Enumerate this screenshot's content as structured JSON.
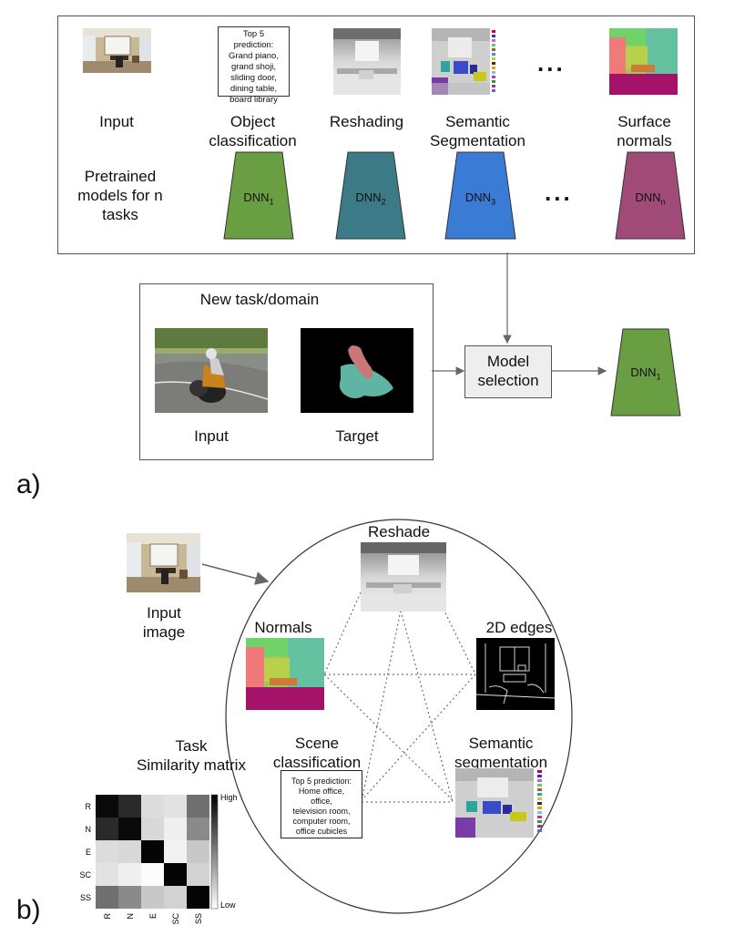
{
  "panel_a": {
    "marker": "a)",
    "top_inputs": {
      "input_label": "Input",
      "prediction_text": [
        "Top 5",
        "prediction:",
        "Grand piano,",
        "grand shoji,",
        "sliding door,",
        "dining table,",
        "board library"
      ],
      "ellipsis": "...",
      "tasks": [
        {
          "label_line1": "Object",
          "label_line2": "classification",
          "dnn": "DNN",
          "sub": "1",
          "color": "#6a9e43"
        },
        {
          "label_line1": "Reshading",
          "label_line2": "",
          "dnn": "DNN",
          "sub": "2",
          "color": "#3b7a86"
        },
        {
          "label_line1": "Semantic",
          "label_line2": "Segmentation",
          "dnn": "DNN",
          "sub": "3",
          "color": "#3a7bd5"
        },
        {
          "label_line1": "Surface",
          "label_line2": "normals",
          "dnn": "DNN",
          "sub": "n",
          "color": "#a04a78"
        }
      ],
      "pretrained_label": [
        "Pretrained",
        "models for n",
        "tasks"
      ],
      "dnn_ellipsis": "..."
    },
    "new_task": {
      "title": "New task/domain",
      "input_label": "Input",
      "target_label": "Target"
    },
    "model_selection": [
      "Model",
      "selection"
    ],
    "output_dnn": {
      "dnn": "DNN",
      "sub": "1",
      "color": "#6a9e43"
    }
  },
  "panel_b": {
    "marker": "b)",
    "input_image_label": [
      "Input",
      "image"
    ],
    "reshade": "Reshade",
    "normals": "Normals",
    "edges": "2D edges",
    "scene": [
      "Scene",
      "classification"
    ],
    "semantic": [
      "Semantic",
      "segmentation"
    ],
    "scene_prediction": [
      "Top 5 prediction:",
      "Home office,",
      "office,",
      "television room,",
      "computer room,",
      "office cubicles"
    ],
    "matrix_title": [
      "Task",
      "Similarity matrix"
    ],
    "matrix_rows": [
      "R",
      "N",
      "E",
      "SC",
      "SS"
    ],
    "matrix_cols": [
      "R",
      "N",
      "E",
      "SC",
      "SS"
    ],
    "colorbar_high": "High",
    "colorbar_low": "Low"
  }
}
